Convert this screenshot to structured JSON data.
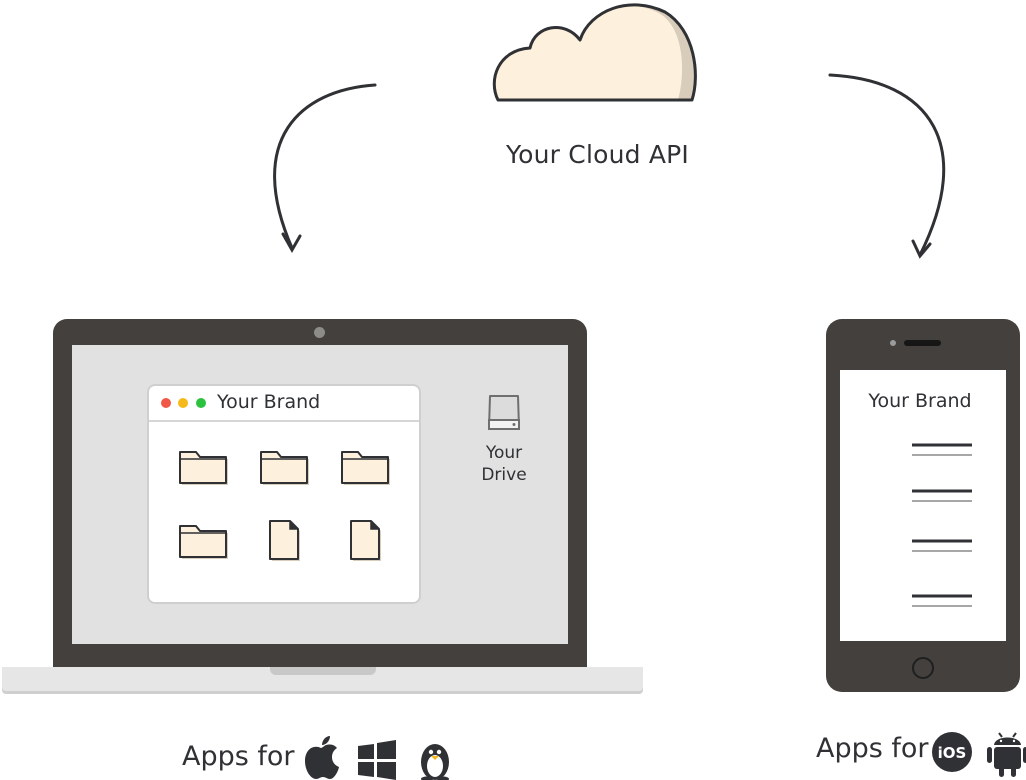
{
  "cloud": {
    "title": "Your Cloud API"
  },
  "laptop": {
    "window_title": "Your Brand",
    "drive_label_line1": "Your",
    "drive_label_line2": "Drive",
    "items": [
      "folder-icon",
      "folder-icon",
      "folder-icon",
      "folder-icon",
      "file-icon",
      "file-icon"
    ]
  },
  "phone": {
    "title": "Your Brand",
    "items": [
      "folder-icon",
      "folder-icon",
      "folder-icon",
      "file-icon"
    ]
  },
  "footer": {
    "left_label": "Apps for",
    "left_icons": [
      "apple-icon",
      "windows-icon",
      "linux-icon"
    ],
    "right_label": "Apps for",
    "ios_badge": "iOS",
    "right_icons": [
      "ios-icon",
      "android-icon"
    ]
  },
  "colors": {
    "outline": "#2f3135",
    "device_body": "#43403e",
    "cream": "#fdf0dc",
    "cream_shadow": "#d8ccbb",
    "screen_gray": "#e1e1e1"
  }
}
